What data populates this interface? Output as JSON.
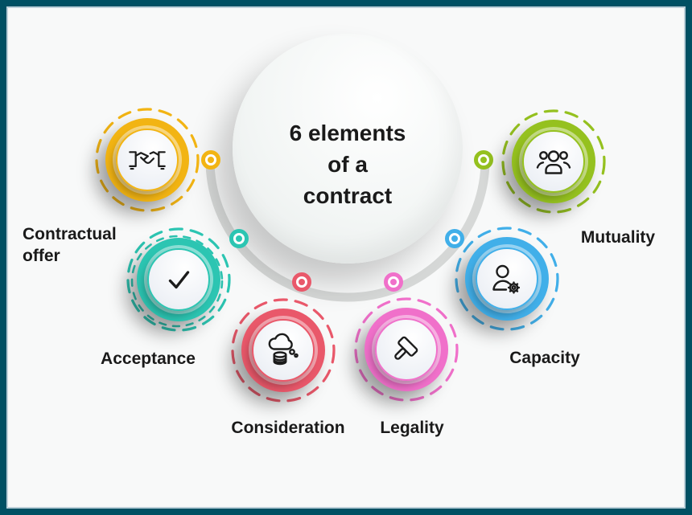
{
  "frame": {
    "border_color": "#005063",
    "inner_line_color": "#bccfd8",
    "background_color": "#f8f9f9"
  },
  "center": {
    "title": "6 elements of a contract",
    "title_lines": [
      "6 elements",
      "of a",
      "contract"
    ],
    "text_color": "#1a1a1a",
    "arc_color": "#d6d8d7"
  },
  "badges": [
    {
      "id": "contractual-offer",
      "label": "Contractual offer",
      "color": "#F2B413",
      "icon": "handshake-icon"
    },
    {
      "id": "acceptance",
      "label": "Acceptance",
      "color": "#2CC5B2",
      "icon": "checkmark-icon"
    },
    {
      "id": "consideration",
      "label": "Consideration",
      "color": "#E9586A",
      "icon": "money-thought-cloud-icon"
    },
    {
      "id": "legality",
      "label": "Legality",
      "color": "#F070CA",
      "icon": "gavel-icon"
    },
    {
      "id": "capacity",
      "label": "Capacity",
      "color": "#41AFE9",
      "icon": "person-gear-icon"
    },
    {
      "id": "mutuality",
      "label": "Mutuality",
      "color": "#95C11F",
      "icon": "people-group-icon"
    }
  ]
}
